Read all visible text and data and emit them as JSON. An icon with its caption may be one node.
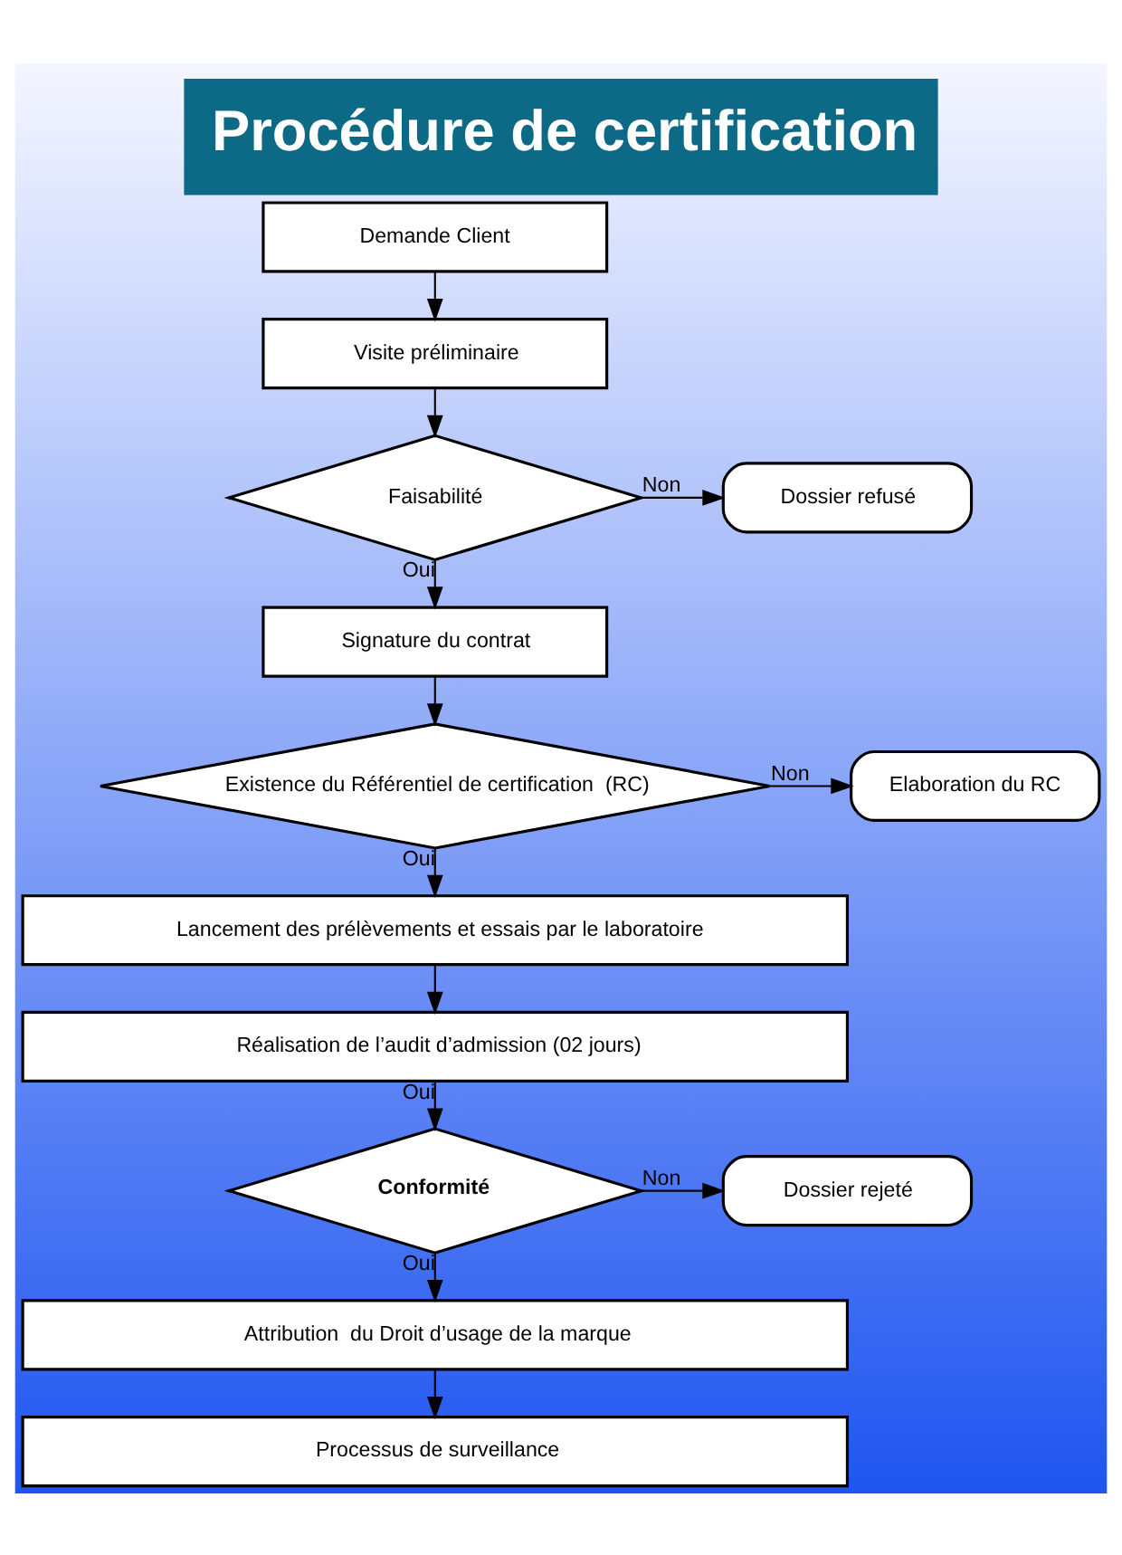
{
  "diagram": {
    "title": "Procédure de certification",
    "nodes": [
      {
        "text": [
          "Demande Client"
        ]
      },
      {
        "text": [
          "Visite préliminaire"
        ]
      },
      {
        "text": [
          "Faisabilité"
        ]
      },
      {
        "text": [
          "Dossier refusé"
        ]
      },
      {
        "text": [
          "Signature du contrat"
        ]
      },
      {
        "text": [
          "Existence du Référentiel de certification  (RC)"
        ]
      },
      {
        "text": [
          "Elaboration du RC"
        ]
      },
      {
        "text": [
          "Lancement des prélèvements et essais par le laboratoire"
        ]
      },
      {
        "text": [
          "Réalisation de l’audit d’admission (02 jours)"
        ]
      },
      {
        "text": [
          "Conformité"
        ]
      },
      {
        "text": [
          "Dossier rejeté"
        ]
      },
      {
        "text": [
          "Attribution  du Droit d’usage de la marque"
        ]
      },
      {
        "text": [
          "Processus de surveillance"
        ]
      }
    ],
    "edges": [
      {
        "from": 0,
        "to": 1,
        "arrow": "to"
      },
      {
        "from": 1,
        "to": 2,
        "arrow": "to"
      },
      {
        "from": 2,
        "to": 3,
        "arrow": "to",
        "label": "Non"
      },
      {
        "from": 2,
        "to": 4,
        "arrow": "to",
        "label": "Oui"
      },
      {
        "from": 4,
        "to": 5,
        "arrow": "to"
      },
      {
        "from": 5,
        "to": 6,
        "arrow": "to",
        "label": "Non"
      },
      {
        "from": 5,
        "to": 7,
        "arrow": "to",
        "label": "Oui"
      },
      {
        "from": 7,
        "to": 8,
        "arrow": "to"
      },
      {
        "from": 8,
        "to": 9,
        "arrow": "to",
        "label": "Oui"
      },
      {
        "from": 9,
        "to": 10,
        "arrow": "to",
        "label": "Non"
      },
      {
        "from": 9,
        "to": 11,
        "arrow": "to",
        "label": "Oui"
      },
      {
        "from": 11,
        "to": 12,
        "arrow": "to"
      }
    ]
  }
}
